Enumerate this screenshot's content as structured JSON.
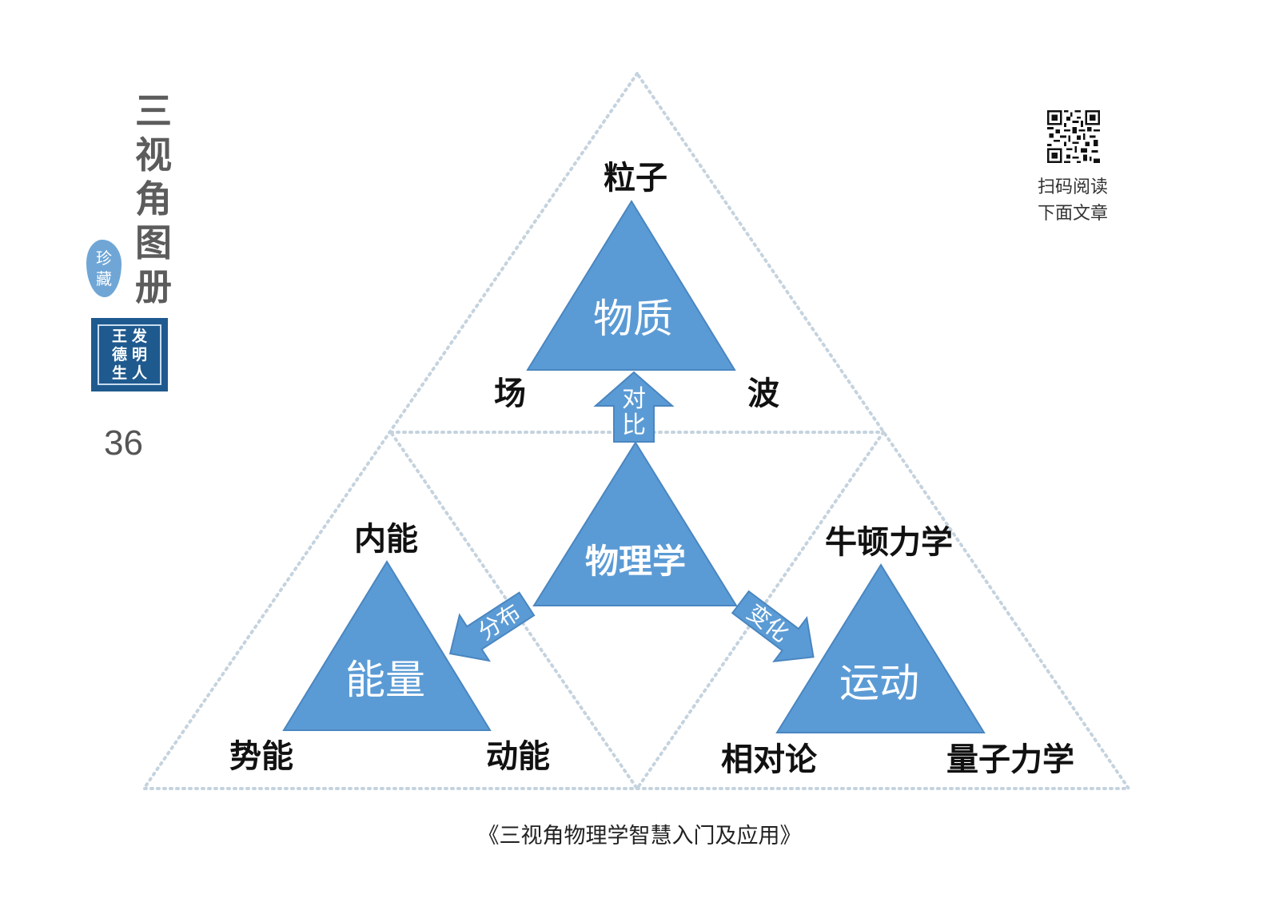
{
  "sidebar": {
    "title_chars": [
      "三",
      "视",
      "角",
      "图",
      "册"
    ],
    "collect_badge_chars": [
      "珍",
      "藏"
    ],
    "seal_columns": [
      [
        "发",
        "明",
        "人"
      ],
      [
        "王",
        "德",
        "生"
      ]
    ],
    "page_number": "36"
  },
  "qr": {
    "caption_lines": [
      "扫码阅读",
      "下面文章"
    ]
  },
  "diagram": {
    "center_triangle": "物理学",
    "top_triangle": "物质",
    "left_triangle": "能量",
    "right_triangle": "运动",
    "top_labels": {
      "apex": "粒子",
      "left": "场",
      "right": "波"
    },
    "left_labels": {
      "apex": "内能",
      "left": "势能",
      "right": "动能"
    },
    "right_labels": {
      "apex": "牛顿力学",
      "left": "相对论",
      "right": "量子力学"
    },
    "arrows": {
      "up": [
        "对",
        "比"
      ],
      "left": "分布",
      "right": "变化"
    }
  },
  "footer": {
    "book_title": "《三视角物理学智慧入门及应用》"
  },
  "colors": {
    "triangle_fill": "#5b9bd5",
    "triangle_stroke": "#4a86c0",
    "dotted_outline": "#c5d3de",
    "seal": "#1f5a8f",
    "badge": "#6fa6d6",
    "sidebar_text": "#5c5c5c"
  }
}
